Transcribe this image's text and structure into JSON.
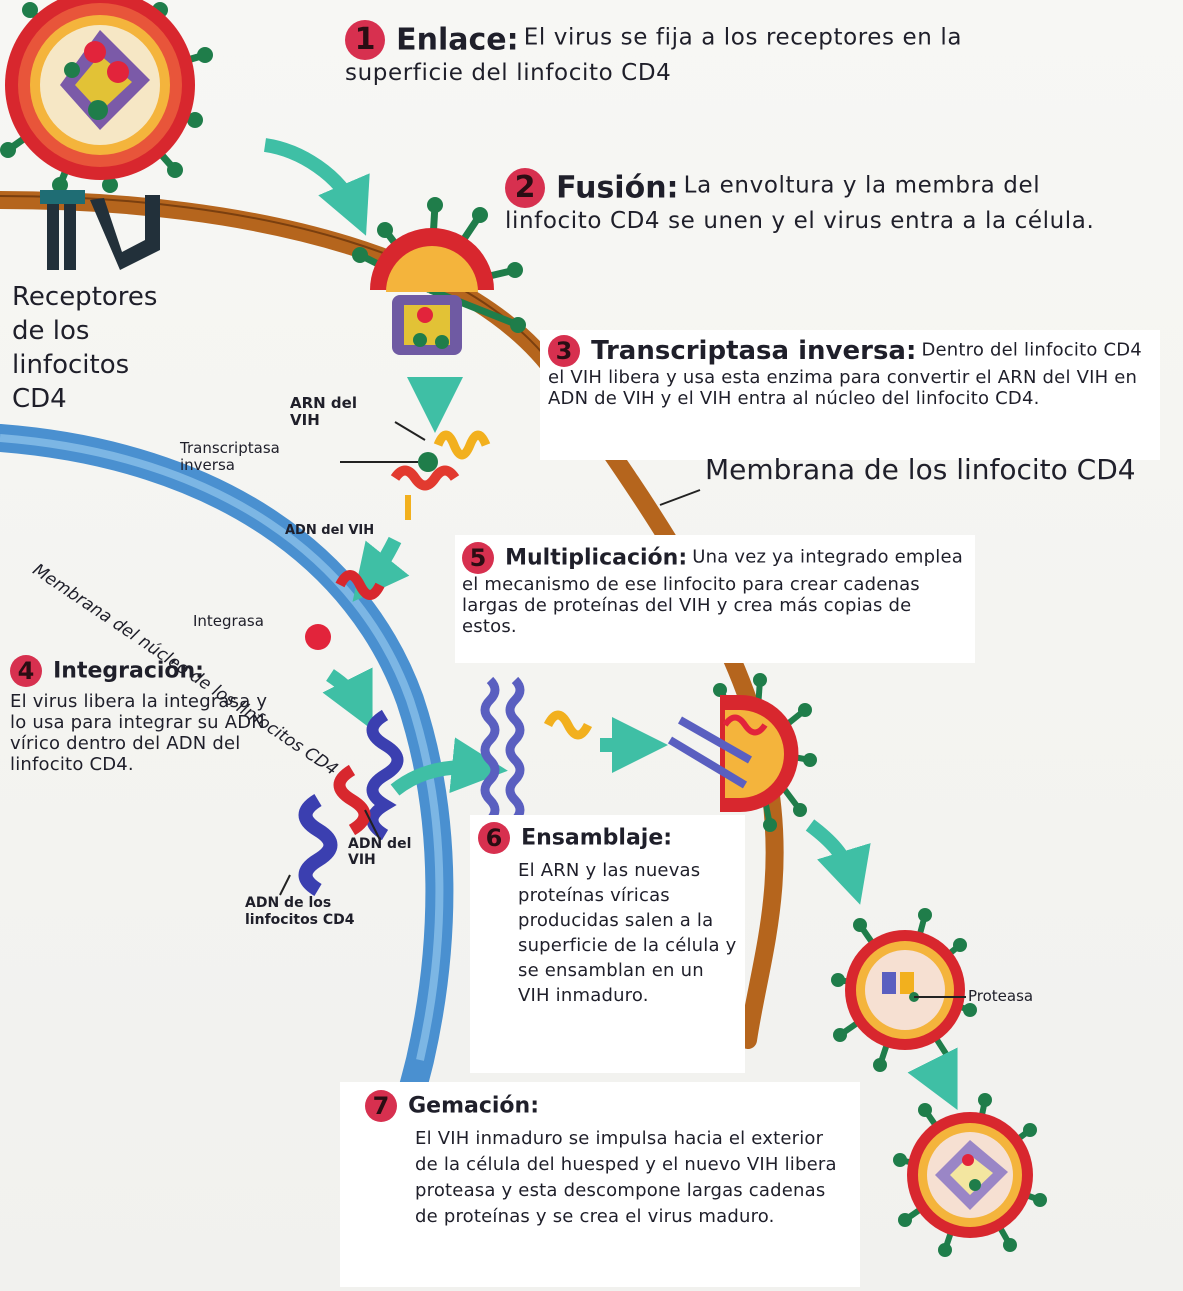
{
  "steps": [
    {
      "num": "1",
      "title": "Enlace:",
      "text": "El virus se fija a los receptores en la superficie del linfocito CD4"
    },
    {
      "num": "2",
      "title": "Fusión:",
      "text": "La envoltura y la membra del linfocito CD4 se unen y el virus entra a la célula."
    },
    {
      "num": "3",
      "title": "Transcriptasa inversa:",
      "text": "Dentro del linfocito CD4 el VIH libera y usa esta enzima para convertir el ARN del VIH en ADN de VIH y el VIH entra al núcleo del linfocito CD4."
    },
    {
      "num": "4",
      "title": "Integración:",
      "text": "El virus libera la integrasa y lo usa para integrar su ADN vírico dentro del ADN del linfocito CD4."
    },
    {
      "num": "5",
      "title": "Multiplicación:",
      "text": "Una vez ya integrado emplea el mecanismo de ese linfocito para crear cadenas largas de proteínas del VIH y crea más copias de estos."
    },
    {
      "num": "6",
      "title": "Ensamblaje:",
      "text": "El ARN y las nuevas proteínas víricas producidas salen a la superficie de la célula y se ensamblan en un VIH inmaduro."
    },
    {
      "num": "7",
      "title": "Gemación:",
      "text": "El VIH inmaduro se impulsa hacia el exterior de la célula del huesped y el nuevo VIH libera proteasa y esta descompone largas cadenas de proteínas y se crea el virus maduro."
    }
  ],
  "labels": {
    "receptores": "Receptores de los linfocitos CD4",
    "arn_vih": "ARN del VIH",
    "transcriptasa": "Transcriptasa inversa",
    "adn_vih_1": "ADN del VIH",
    "integrasa": "Integrasa",
    "adn_vih_2": "ADN del VIH",
    "adn_linfocitos": "ADN de los linfocitos CD4",
    "membrana_nucleo": "Membrana del núcleo de los linfocitos CD4",
    "membrana_linfocito": "Membrana de los linfocito CD4",
    "proteasa": "Proteasa"
  },
  "colors": {
    "virus_red": "#d8272e",
    "spike_green": "#1f7d4a",
    "membrane_brown": "#b5651d",
    "nucleus_blue": "#4a90d0",
    "arrow_teal": "#3fbfa5",
    "number_red": "#d7304f",
    "dna_blue": "#5a5fc0",
    "rna_yellow": "#f2b01e"
  }
}
